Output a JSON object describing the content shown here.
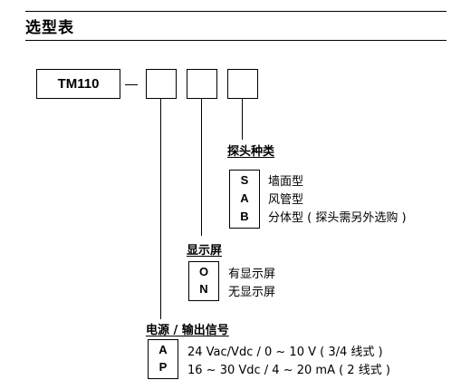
{
  "section_title": "选型表",
  "model_code": "TM110",
  "probe_type": {
    "heading": "探头种类",
    "options": [
      {
        "code": "S",
        "desc": "墙面型"
      },
      {
        "code": "A",
        "desc": "风管型"
      },
      {
        "code": "B",
        "desc": "分体型 ( 探头需另外选购 )"
      }
    ]
  },
  "display": {
    "heading": "显示屏",
    "options": [
      {
        "code": "O",
        "desc": "有显示屏"
      },
      {
        "code": "N",
        "desc": "无显示屏"
      }
    ]
  },
  "power_output": {
    "heading": "电源 / 输出信号",
    "options": [
      {
        "code": "A",
        "desc": "24 Vac/Vdc / 0 ~ 10 V ( 3/4 线式 )"
      },
      {
        "code": "P",
        "desc": "16 ~ 30 Vdc / 4 ~ 20 mA ( 2 线式 )"
      }
    ]
  }
}
